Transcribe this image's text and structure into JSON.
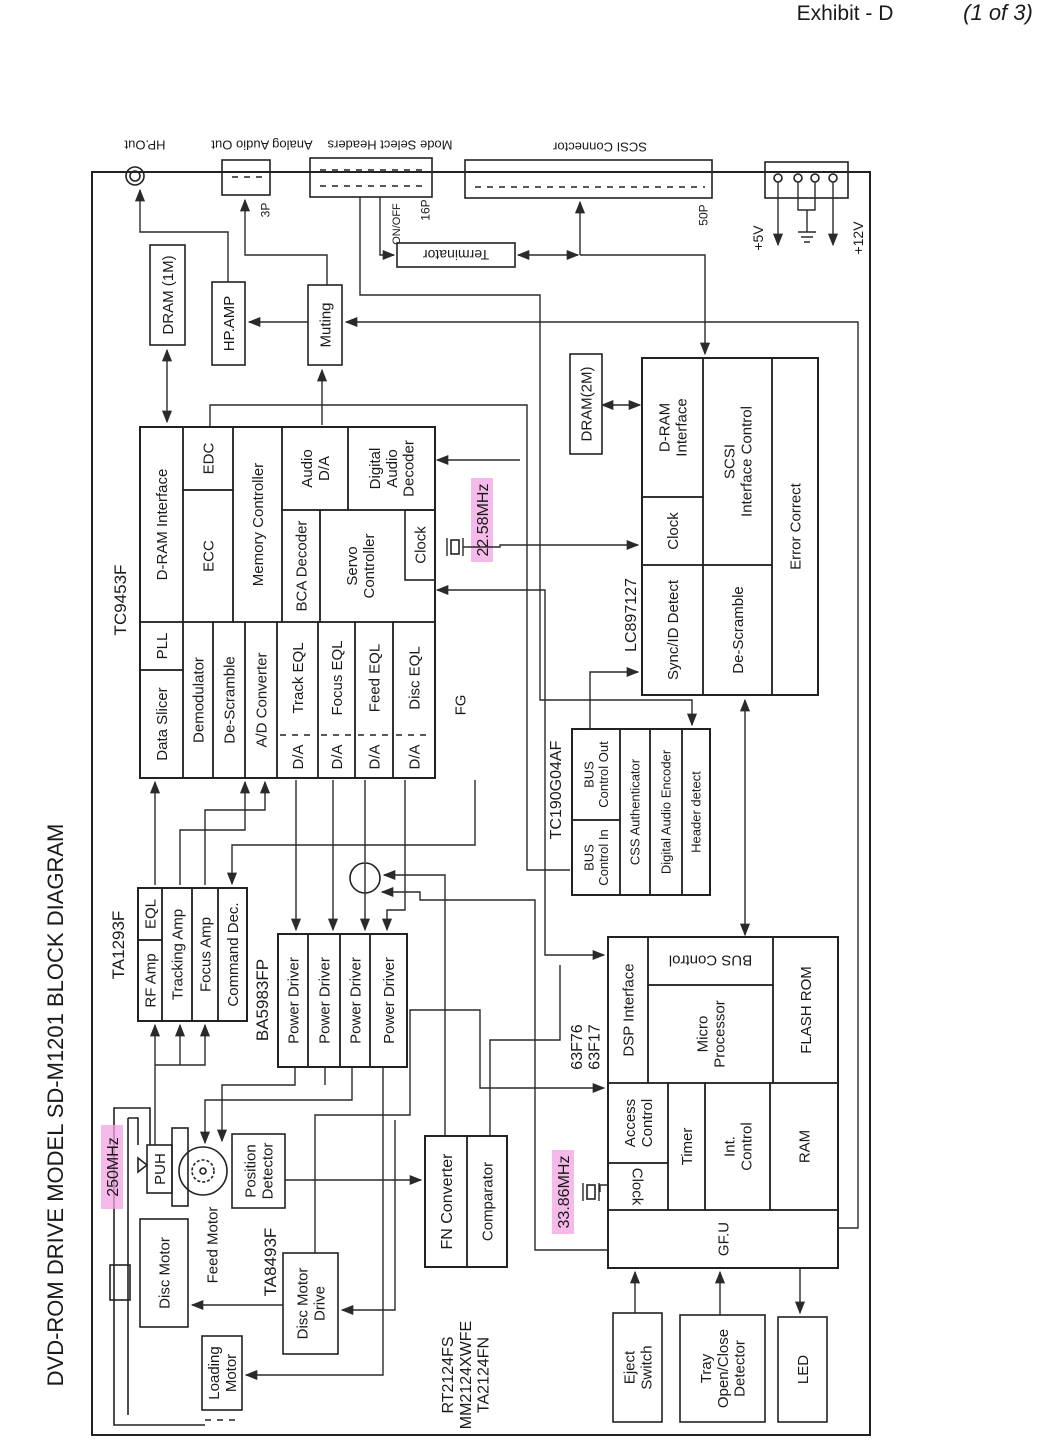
{
  "header": {
    "exhibit": "Exhibit - D",
    "page_note": "(1 of 3)"
  },
  "title": "DVD-ROM DRIVE MODEL SD-M1201 BLOCK DIAGRAM",
  "connectors": {
    "hp_out": "HP.Out",
    "analog_audio_out": "Analog Audio Out",
    "mode_select_headers": "Mode Select Headers",
    "scsi_connector": "SCSI Connector",
    "pins_3p": "3P",
    "pins_16p": "16P",
    "on_off": "ON/OFF",
    "pins_50p": "50P",
    "plus5v": "+5V",
    "plus12v": "+12V",
    "terminator": "Terminator"
  },
  "audio": {
    "dram_1m": "DRAM (1M)",
    "hp_amp": "HP.AMP",
    "muting": "Muting"
  },
  "tc9453f": {
    "label": "TC9453F",
    "data_slicer": "Data Slicer",
    "pll": "PLL",
    "dram_interface": "D-RAM  Interface",
    "demodulator": "Demodulator",
    "ecc": "ECC",
    "edc": "EDC",
    "de_scramble": "De-Scramble",
    "memory_controller": "Memory  Controller",
    "ad_converter": "A/D  Converter",
    "bca_decoder": "BCA Decoder",
    "audio_da": [
      "Audio",
      "D/A"
    ],
    "digital_audio_decoder": [
      "Digital",
      "Audio",
      "Decoder"
    ],
    "servo_controller": [
      "Servo",
      "Controller"
    ],
    "clock": "Clock",
    "da": "D/A",
    "track_eql": "Track  EQL",
    "focus_eql": "Focus  EQL",
    "feed_eql": "Feed  EQL",
    "disc_eql": "Disc  EQL",
    "fg": "FG",
    "crystal": "22.58MHz"
  },
  "lc897127": {
    "label": "LC897127",
    "dram_2m": "DRAM(2M)",
    "dram_interface": [
      "D-RAM",
      "Interface"
    ],
    "clock": "Clock",
    "sync_id_detect": "Sync/ID Detect",
    "scsi_interface_control": [
      "SCSI",
      "Interface Control"
    ],
    "de_scramble": "De-Scramble",
    "error_correct": "Error Correct"
  },
  "tc190g04af": {
    "label": "TC190G04AF",
    "bus_control_in": [
      "BUS",
      "Control In"
    ],
    "bus_control_out": [
      "BUS",
      "Control Out"
    ],
    "css_authenticator": "CSS Authenticator",
    "digital_audio_encoder": "Digital Audio Encoder",
    "header_detect": "Header detect"
  },
  "ta1293f": {
    "label": "TA1293F",
    "rf_amp": "RF Amp",
    "eql": "EQL",
    "tracking_amp": "Tracking Amp",
    "focus_amp": "Focus Amp",
    "command_dec": "Command Dec."
  },
  "ba5983fp": {
    "label": "BA5983FP",
    "power_driver": "Power Driver"
  },
  "mechanism": {
    "puh": "PUH",
    "pickup_freq": "250MHz",
    "feed_motor": "Feed Motor",
    "disc_motor": "Disc Motor",
    "loading_motor": [
      "Loading",
      "Motor"
    ],
    "position_detector": [
      "Position",
      "Detector"
    ]
  },
  "ta8493f": {
    "label": "TA8493F",
    "disc_motor_drive": [
      "Disc Motor",
      "Drive"
    ]
  },
  "fn_block": {
    "fn_converter": "FN Converter",
    "comparator": "Comparator",
    "part_numbers": [
      "RT2124FS",
      "MM2124XWFE",
      "TA2124FN"
    ]
  },
  "mcu": {
    "part_numbers": [
      "63F76",
      "63F17"
    ],
    "dsp_interface": "DSP Interface",
    "bus_control": "BUS Control",
    "micro_processor": [
      "Micro",
      "Processor"
    ],
    "flash_rom": "FLASH ROM",
    "access_control": [
      "Access",
      "Control"
    ],
    "clock": "Clock",
    "timer": "Timer",
    "int_control": [
      "Int.",
      "Control"
    ],
    "ram": "RAM",
    "gpio": "GF.U",
    "crystal": "33.86MHz"
  },
  "peripherals": {
    "eject_switch": [
      "Eject",
      "Switch"
    ],
    "tray_detector": [
      "Tray",
      "Open/Close",
      "Detector"
    ],
    "led": "LED"
  },
  "colors": {
    "highlight": "#f2a3e2",
    "ink": "#1a1a1a"
  }
}
